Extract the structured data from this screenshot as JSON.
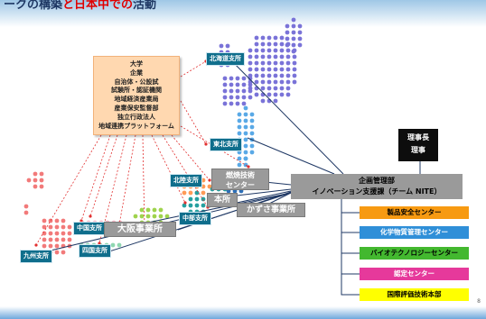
{
  "header": {
    "title_prefix": "ークの構築",
    "title_accent": "と日本中での",
    "title_suffix": "活動"
  },
  "partners": [
    "大学",
    "企業",
    "自治体・公設試",
    "試験所・認証機関",
    "地域経済産業局",
    "産業保安監督部",
    "独立行政法人",
    "地域連携プラットフォーム"
  ],
  "branches": {
    "hokkaido": "北海道支所",
    "tohoku": "東北支所",
    "hokuriku": "北陸支所",
    "chubu": "中部支所",
    "chugoku": "中国支所",
    "shikoku": "四国支所",
    "kyushu": "九州支所"
  },
  "sites": {
    "osaka": "大阪事業所",
    "honsho": "本所",
    "kazusa": "かずさ事業所",
    "nenshou_line1": "燃焼技術",
    "nenshou_line2": "センター"
  },
  "exec": {
    "line1": "理事長",
    "line2": "理事"
  },
  "hq": {
    "line1": "企画管理部",
    "line2": "イノベーション支援課（チーム NITE）"
  },
  "centers": [
    {
      "label": "製品安全センター",
      "color": "#f79a12"
    },
    {
      "label": "化学物質管理センター",
      "color": "#2f8fd8"
    },
    {
      "label": "バイオテクノロジーセンター",
      "color": "#43b82f"
    },
    {
      "label": "認定センター",
      "color": "#e6399b"
    },
    {
      "label": "国際評価技術本部",
      "color": "#ffff00"
    }
  ],
  "page_number": "8"
}
